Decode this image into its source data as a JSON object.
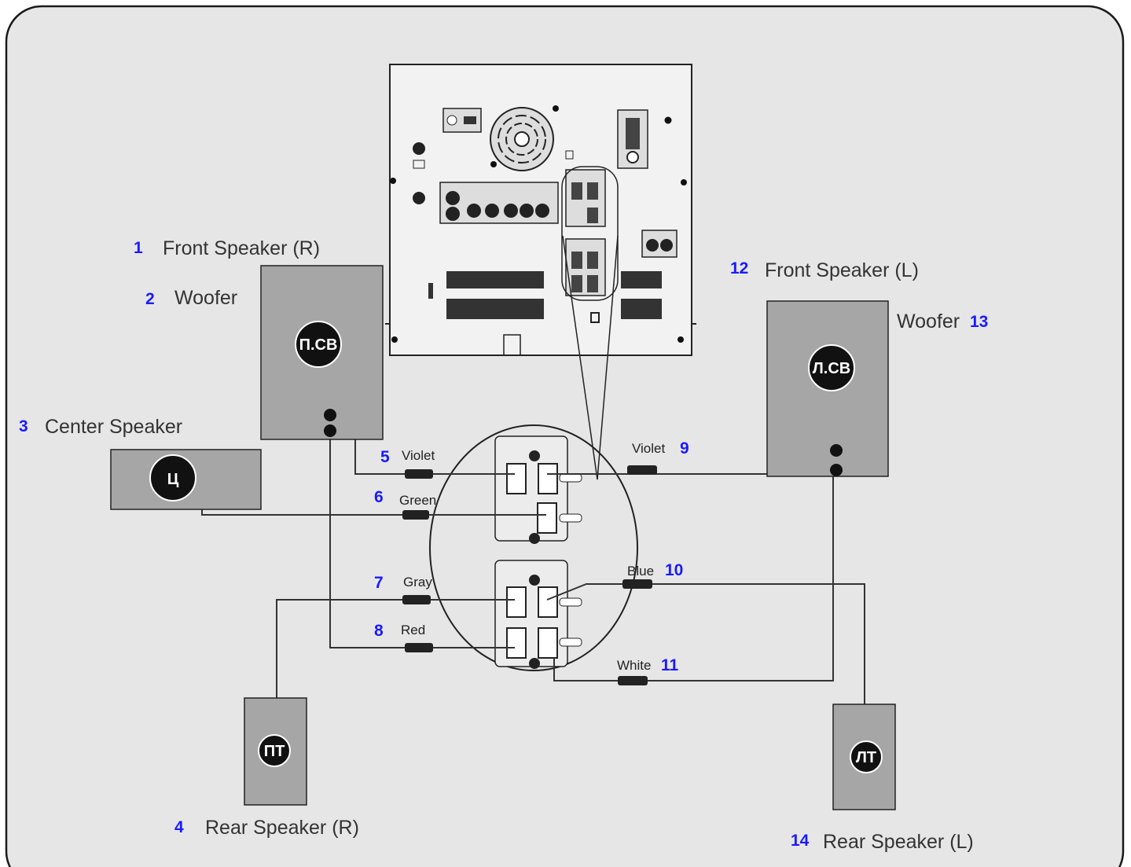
{
  "colors": {
    "background": "#e6e6e6",
    "speaker_fill": "#a6a6a6",
    "number": "#1a1aff",
    "label": "#333333",
    "badge": "#111111"
  },
  "speakers": {
    "front_r": {
      "number": "1",
      "label": "Front Speaker (R)"
    },
    "woofer_r": {
      "number": "2",
      "label": "Woofer",
      "badge": "П.СВ"
    },
    "center": {
      "number": "3",
      "label": "Center Speaker",
      "badge": "Ц"
    },
    "rear_r": {
      "number": "4",
      "label": "Rear Speaker (R)",
      "badge": "ПТ"
    },
    "front_l": {
      "number": "12",
      "label": "Front Speaker (L)"
    },
    "woofer_l": {
      "number": "13",
      "label": "Woofer",
      "badge": "Л.СВ"
    },
    "rear_l": {
      "number": "14",
      "label": "Rear Speaker (L)",
      "badge": "ЛТ"
    }
  },
  "wires": {
    "w5": {
      "number": "5",
      "color": "Violet"
    },
    "w6": {
      "number": "6",
      "color": "Green"
    },
    "w7": {
      "number": "7",
      "color": "Gray"
    },
    "w8": {
      "number": "8",
      "color": "Red"
    },
    "w9": {
      "number": "9",
      "color": "Violet"
    },
    "w10": {
      "number": "10",
      "color": "Blue"
    },
    "w11": {
      "number": "11",
      "color": "White"
    }
  }
}
